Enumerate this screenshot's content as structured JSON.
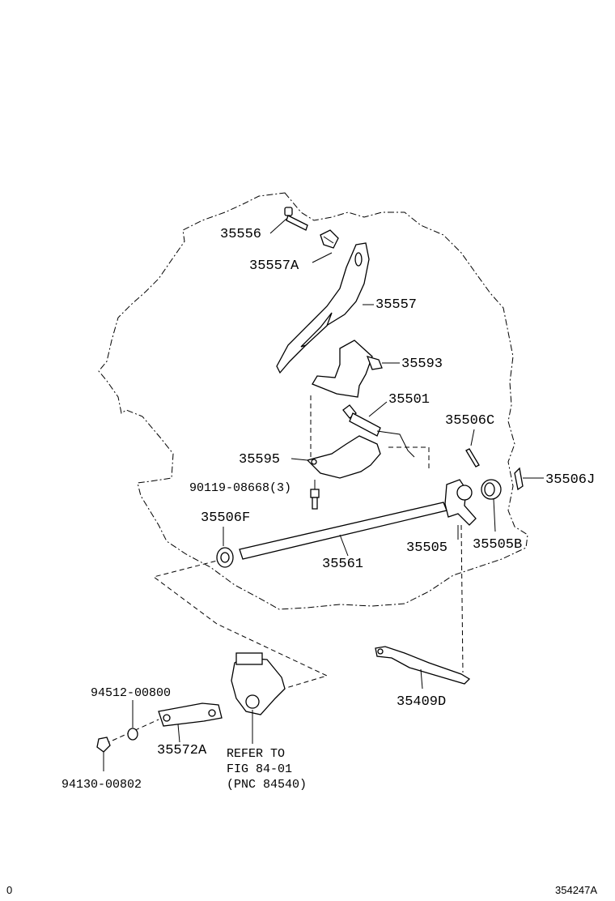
{
  "figure_id": "354247A",
  "page_mark": "0",
  "parts": {
    "p35556": "35556",
    "p35557A": "35557A",
    "p35557": "35557",
    "p35593": "35593",
    "p35501": "35501",
    "p35506C": "35506C",
    "p35595": "35595",
    "p35506J": "35506J",
    "p90119": "90119-08668(3)",
    "p35506F": "35506F",
    "p35505": "35505",
    "p35505B": "35505B",
    "p35561": "35561",
    "p94512": "94512-00800",
    "p35409D": "35409D",
    "p35572A": "35572A",
    "p94130": "94130-00802"
  },
  "reference": {
    "line1": "REFER TO",
    "line2": "FIG 84-01",
    "line3": "(PNC 84540)"
  }
}
